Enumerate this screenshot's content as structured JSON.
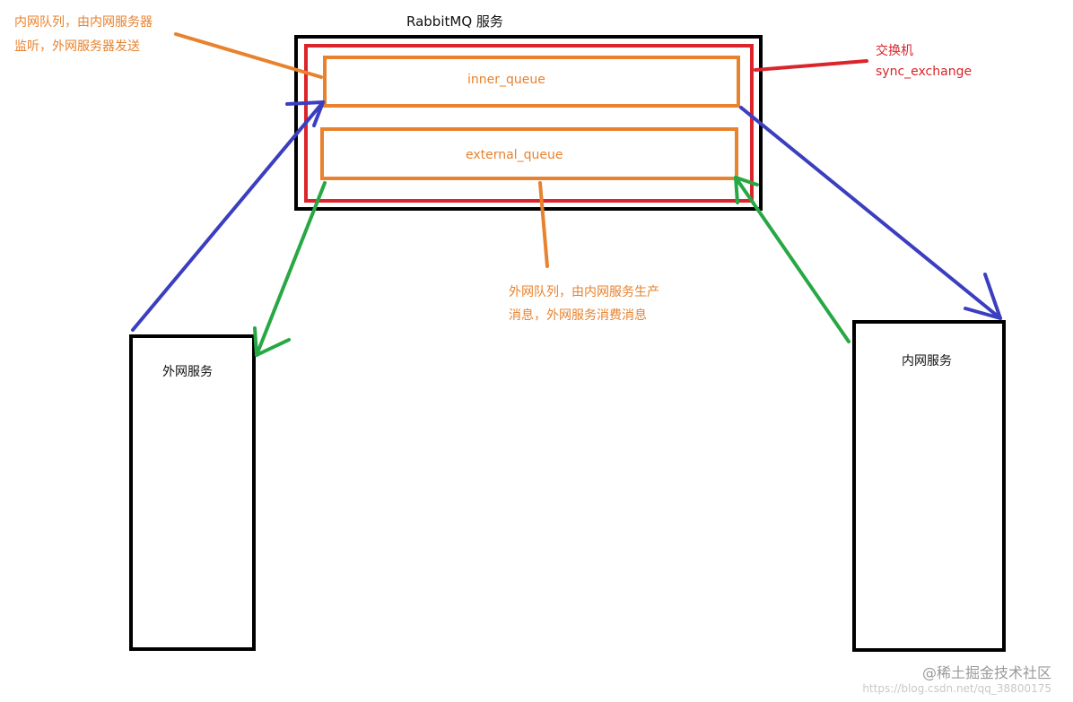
{
  "title": "RabbitMQ 服务",
  "exchange": {
    "line1": "交换机",
    "line2": "sync_exchange"
  },
  "queues": {
    "inner": "inner_queue",
    "external": "external_queue"
  },
  "notes": {
    "inner_line1": "内网队列，由内网服务器",
    "inner_line2": "监听，外网服务器发送",
    "external_line1": "外网队列，由内网服务生产",
    "external_line2": "消息，外网服务消费消息"
  },
  "services": {
    "external": "外网服务",
    "internal": "内网服务"
  },
  "watermark": {
    "main": "@稀土掘金技术社区",
    "sub": "https://blog.csdn.net/qq_38800175"
  },
  "colors": {
    "border": "#000000",
    "exchange": "#d9252b",
    "queue": "#e8822e",
    "send_arrow": "#3b3fbf",
    "consume_arrow": "#27a845"
  }
}
